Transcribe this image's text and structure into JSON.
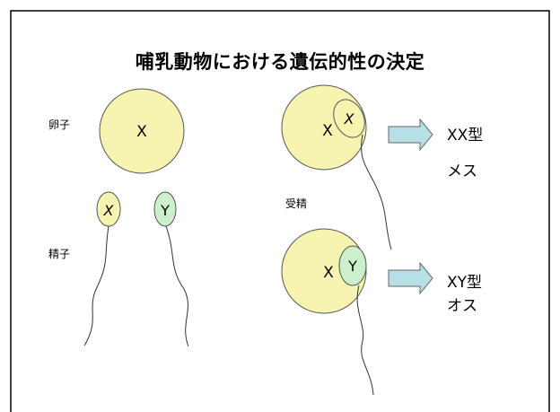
{
  "title": "哺乳動物における遺伝的性の決定",
  "labels": {
    "egg": "卵子",
    "sperm": "精子",
    "fertilization": "受精"
  },
  "chromosomes": {
    "egg": "X",
    "sperm_x": "X",
    "sperm_y": "Y",
    "female_egg": "X",
    "female_sperm": "X",
    "male_egg": "X",
    "male_sperm": "Y"
  },
  "results": {
    "female_type": "XX型",
    "female_sex": "メス",
    "male_type": "XY型",
    "male_sex": "オス"
  },
  "colors": {
    "egg_fill": "#f7f3b0",
    "sperm_x_fill": "#f7f3b0",
    "sperm_y_fill": "#ccf0cc",
    "arrow_fill": "#b7e0e6"
  }
}
